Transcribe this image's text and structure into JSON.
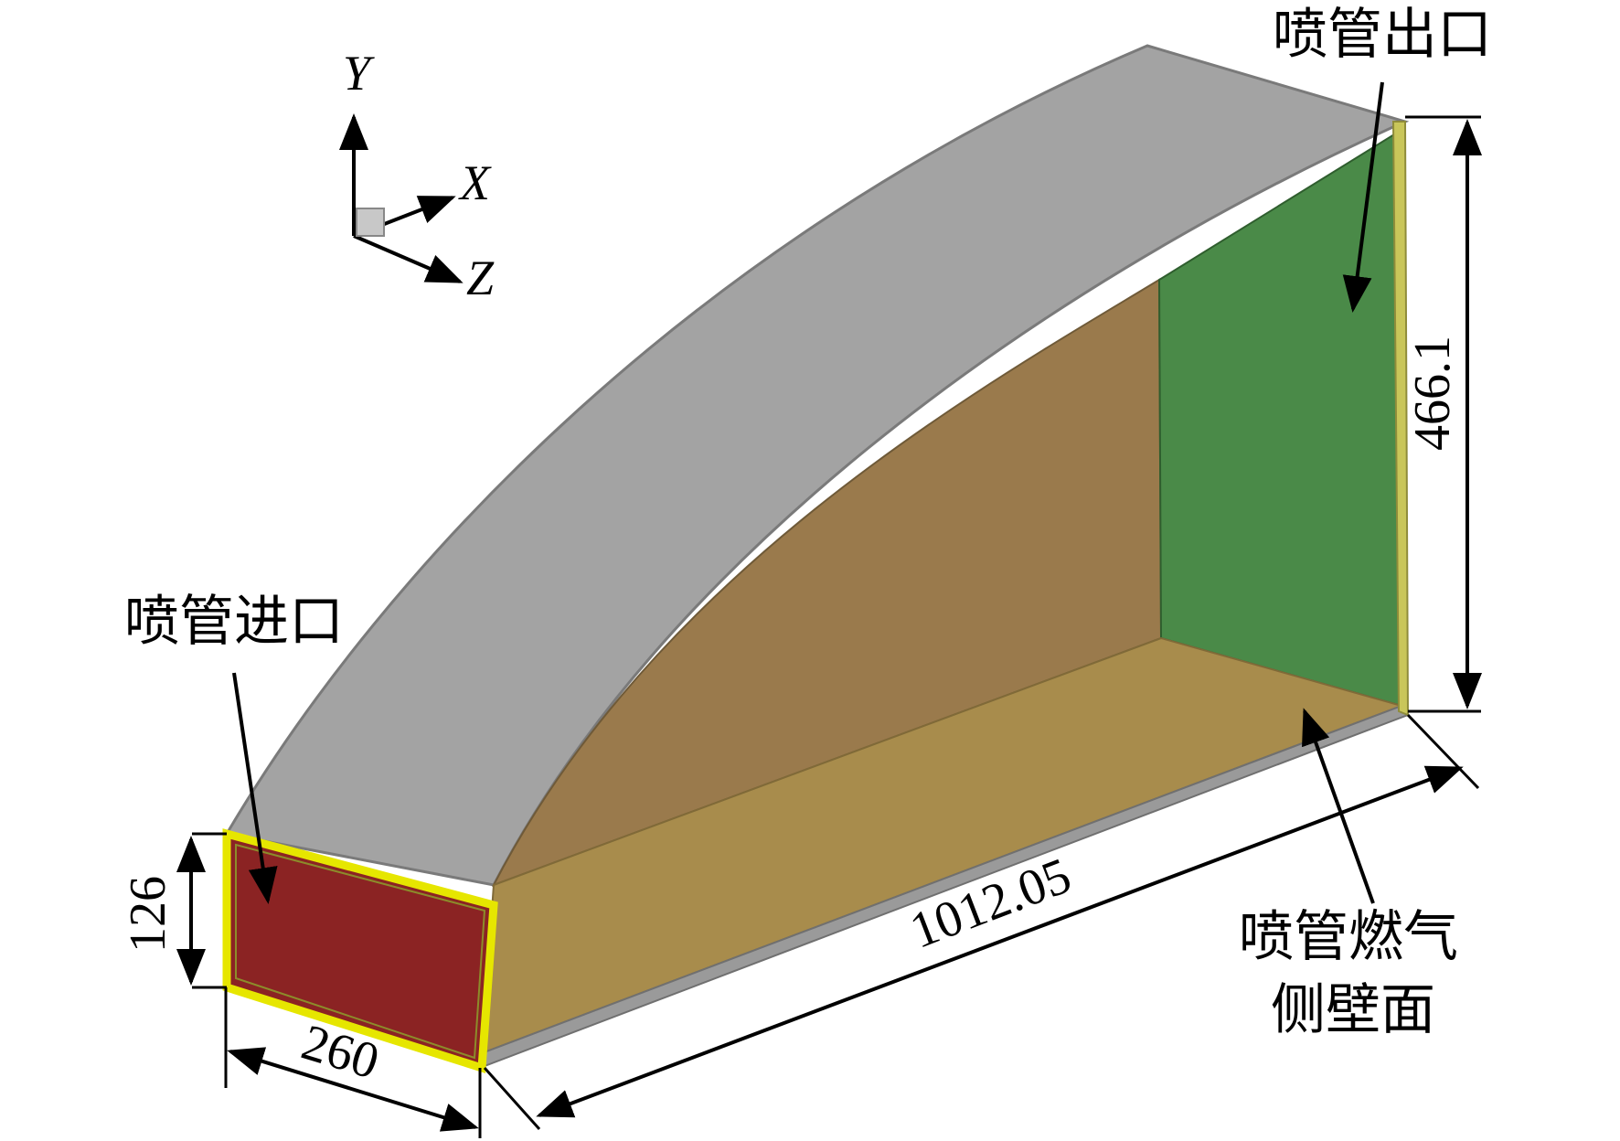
{
  "axes": {
    "y": "Y",
    "x": "X",
    "z": "Z"
  },
  "labels": {
    "outlet": "喷管出口",
    "inlet": "喷管进口",
    "side_wall_line1": "喷管燃气",
    "side_wall_line2": "侧壁面"
  },
  "dimensions": {
    "inlet_height": "126",
    "inlet_width": "260",
    "length": "1012.05",
    "outlet_height": "466.1"
  },
  "colors": {
    "top_surface": "#a3a3a3",
    "inlet_face": "#8b2323",
    "outlet_face": "#4a8a48",
    "far_side_wall": "#9a7a4c",
    "floor_wall": "#a88c4c",
    "edge_highlight": "#e6e600"
  }
}
